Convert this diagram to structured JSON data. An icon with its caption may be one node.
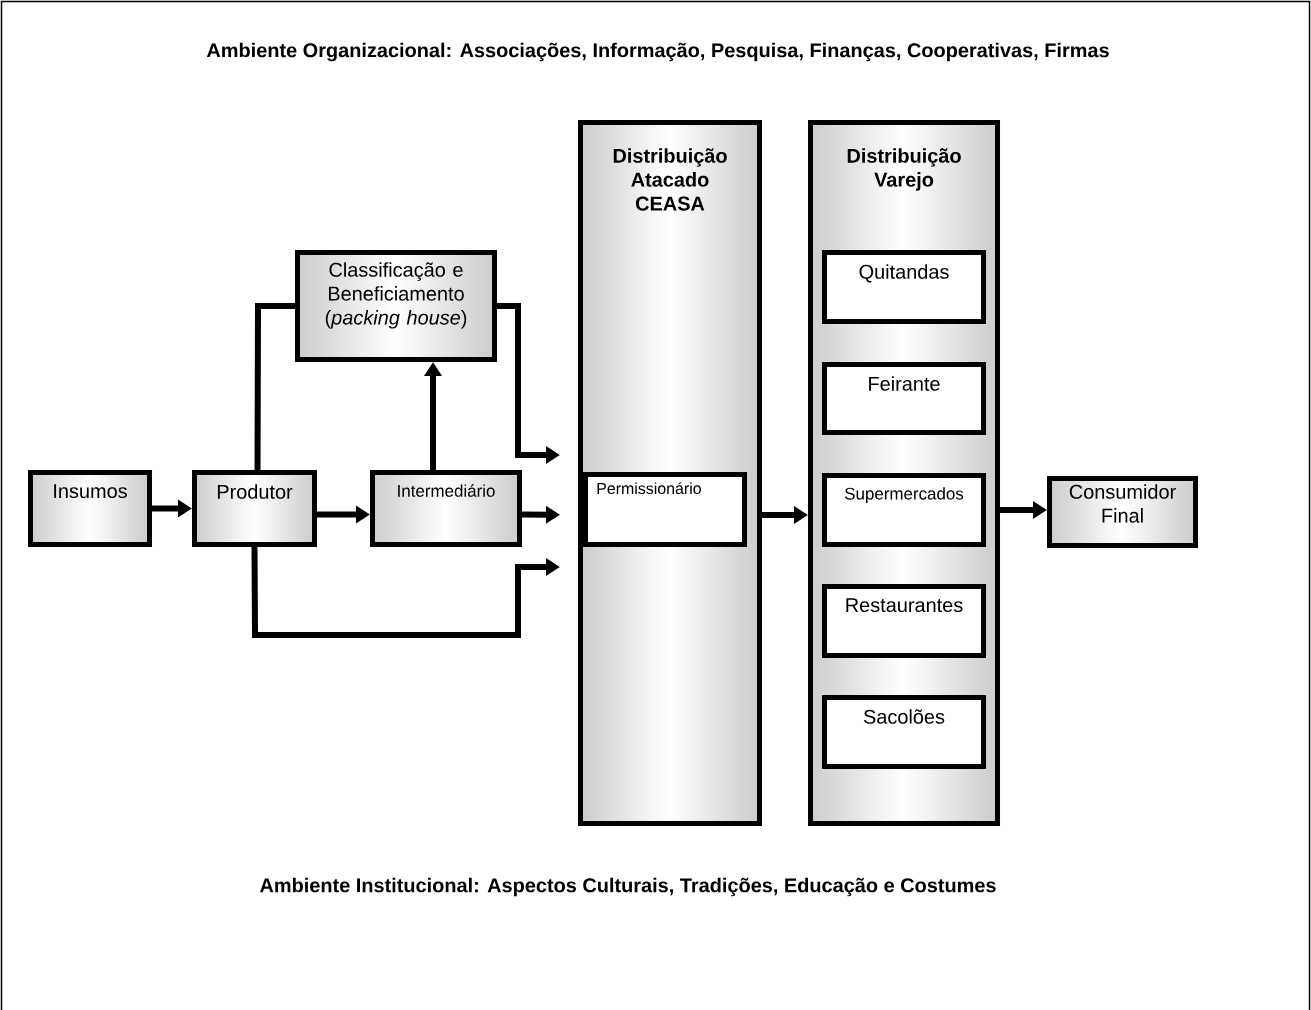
{
  "diagram": {
    "title": "Ambiente Organizacional: Associações, Informação, Pesquisa, Finanças, Cooperativas, Firmas",
    "nodes": [
      {
        "text": [
          "Insumos"
        ]
      },
      {
        "text": [
          "Produtor"
        ]
      },
      {
        "text": [
          "Classificação e Beneficiamento (*packing house*)"
        ]
      },
      {
        "text": [
          "Intermediário"
        ]
      },
      {
        "text": [
          "Distribuição Atacado CEASA"
        ]
      },
      {
        "text": [
          "Permissionário"
        ],
        "in": 4
      },
      {
        "text": [
          "Distribuição Varejo"
        ]
      },
      {
        "text": [
          "Quitandas"
        ],
        "in": 6
      },
      {
        "text": [
          "Feirante"
        ],
        "in": 6
      },
      {
        "text": [
          "Supermercados"
        ],
        "in": 6
      },
      {
        "text": [
          "Restaurantes"
        ],
        "in": 6
      },
      {
        "text": [
          "Sacolões"
        ],
        "in": 6
      },
      {
        "text": [
          "Consumidor Final"
        ]
      }
    ],
    "edges": [
      {
        "from": 0,
        "to": 1,
        "arrow": "to"
      },
      {
        "from": 1,
        "to": 3,
        "arrow": "to"
      },
      {
        "from": 1,
        "to": 2,
        "arrow": "none"
      },
      {
        "from": 3,
        "to": 2,
        "arrow": "to"
      },
      {
        "from": 2,
        "to": 4,
        "arrow": "to"
      },
      {
        "from": 3,
        "to": 4,
        "arrow": "to"
      },
      {
        "from": 1,
        "to": 4,
        "arrow": "to"
      },
      {
        "from": 4,
        "to": 6,
        "arrow": "to"
      },
      {
        "from": 6,
        "to": 12,
        "arrow": "to"
      }
    ],
    "labels": [
      "Ambiente Institucional: Aspectos Culturais, Tradições, Educação e Costumes"
    ]
  }
}
